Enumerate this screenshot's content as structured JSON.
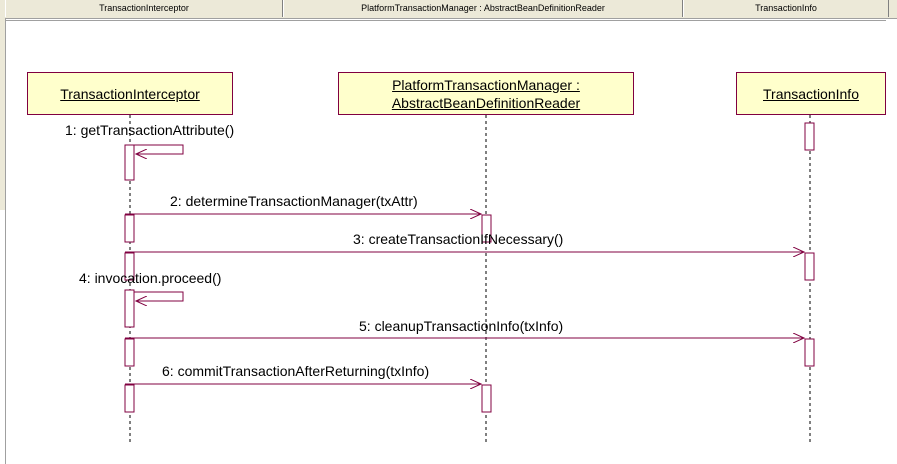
{
  "header": {
    "columns": [
      "TransactionInterceptor",
      "PlatformTransactionManager : AbstractBeanDefinitionReader",
      "TransactionInfo"
    ]
  },
  "lifelines": [
    {
      "line1": "TransactionInterceptor",
      "line2": ""
    },
    {
      "line1": "PlatformTransactionManager :",
      "line2": "AbstractBeanDefinitionReader"
    },
    {
      "line1": "TransactionInfo",
      "line2": ""
    }
  ],
  "messages": [
    "1: getTransactionAttribute()",
    "2: determineTransactionManager(txAttr)",
    "3: createTransactionIfNecessary()",
    "4: invocation.proceed()",
    "5: cleanupTransactionInfo(txInfo)",
    "6: commitTransactionAfterReturning(txInfo)"
  ],
  "colors": {
    "line": "#800040",
    "box_fill": "#ffffcc",
    "header_bg": "#ece9d8"
  }
}
